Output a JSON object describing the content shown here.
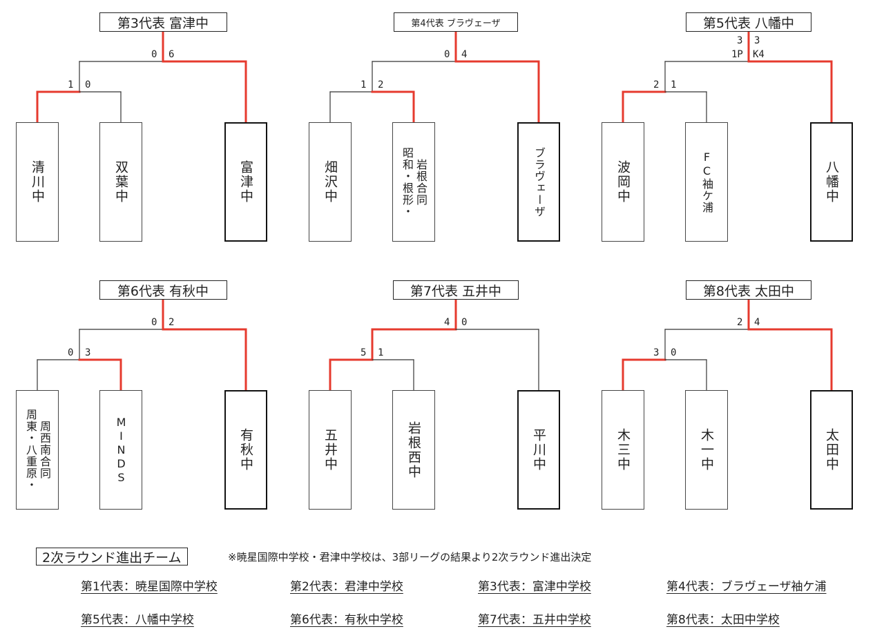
{
  "brackets": [
    {
      "title": "第3代表 富津中",
      "teams": [
        [
          "清川中"
        ],
        [
          "双葉中"
        ],
        [
          "富津中"
        ]
      ],
      "first_round": [
        1,
        0
      ],
      "final": [
        0,
        6
      ],
      "winner": "top"
    },
    {
      "title": "第4代表 ブラヴェーザ",
      "teams": [
        [
          "畑沢中"
        ],
        [
          "岩根合同",
          "昭和・根形・"
        ],
        [
          "ブラヴェーザ"
        ]
      ],
      "first_round": [
        1,
        2
      ],
      "final": [
        0,
        4
      ],
      "winner": "top"
    },
    {
      "title": "第5代表 八幡中",
      "teams": [
        [
          "波岡中"
        ],
        [
          "FC袖ケ浦"
        ],
        [
          "八幡中"
        ]
      ],
      "first_round": [
        2,
        1
      ],
      "final": [
        3,
        3
      ],
      "final_pk": [
        "1P",
        "K4"
      ],
      "winner": "top"
    },
    {
      "title": "第6代表 有秋中",
      "teams": [
        [
          "周西南合同",
          "周東・八重原・"
        ],
        [
          "MINDS"
        ],
        [
          "有秋中"
        ]
      ],
      "first_round": [
        0,
        3
      ],
      "final": [
        0,
        2
      ],
      "winner": "top"
    },
    {
      "title": "第7代表 五井中",
      "teams": [
        [
          "五井中"
        ],
        [
          "岩根西中"
        ],
        [
          "平川中"
        ]
      ],
      "first_round": [
        5,
        1
      ],
      "final": [
        4,
        0
      ],
      "winner": "sub"
    },
    {
      "title": "第8代表 太田中",
      "teams": [
        [
          "木三中"
        ],
        [
          "木一中"
        ],
        [
          "太田中"
        ]
      ],
      "first_round": [
        3,
        0
      ],
      "final": [
        2,
        4
      ],
      "winner": "top"
    }
  ],
  "footer": {
    "title": "2次ラウンド進出チーム",
    "note": "※暁星国際中学校・君津中学校は、3部リーグの結果より2次ラウンド進出決定",
    "representatives": [
      "第1代表：暁星国際中学校",
      "第2代表：君津中学校",
      "第3代表：富津中学校",
      "第4代表：ブラヴェーザ袖ケ浦",
      "第5代表：八幡中学校",
      "第6代表：有秋中学校",
      "第7代表：五井中学校",
      "第8代表：太田中学校"
    ]
  },
  "colors": {
    "win_line": "#e63a2e",
    "line": "#333333"
  }
}
